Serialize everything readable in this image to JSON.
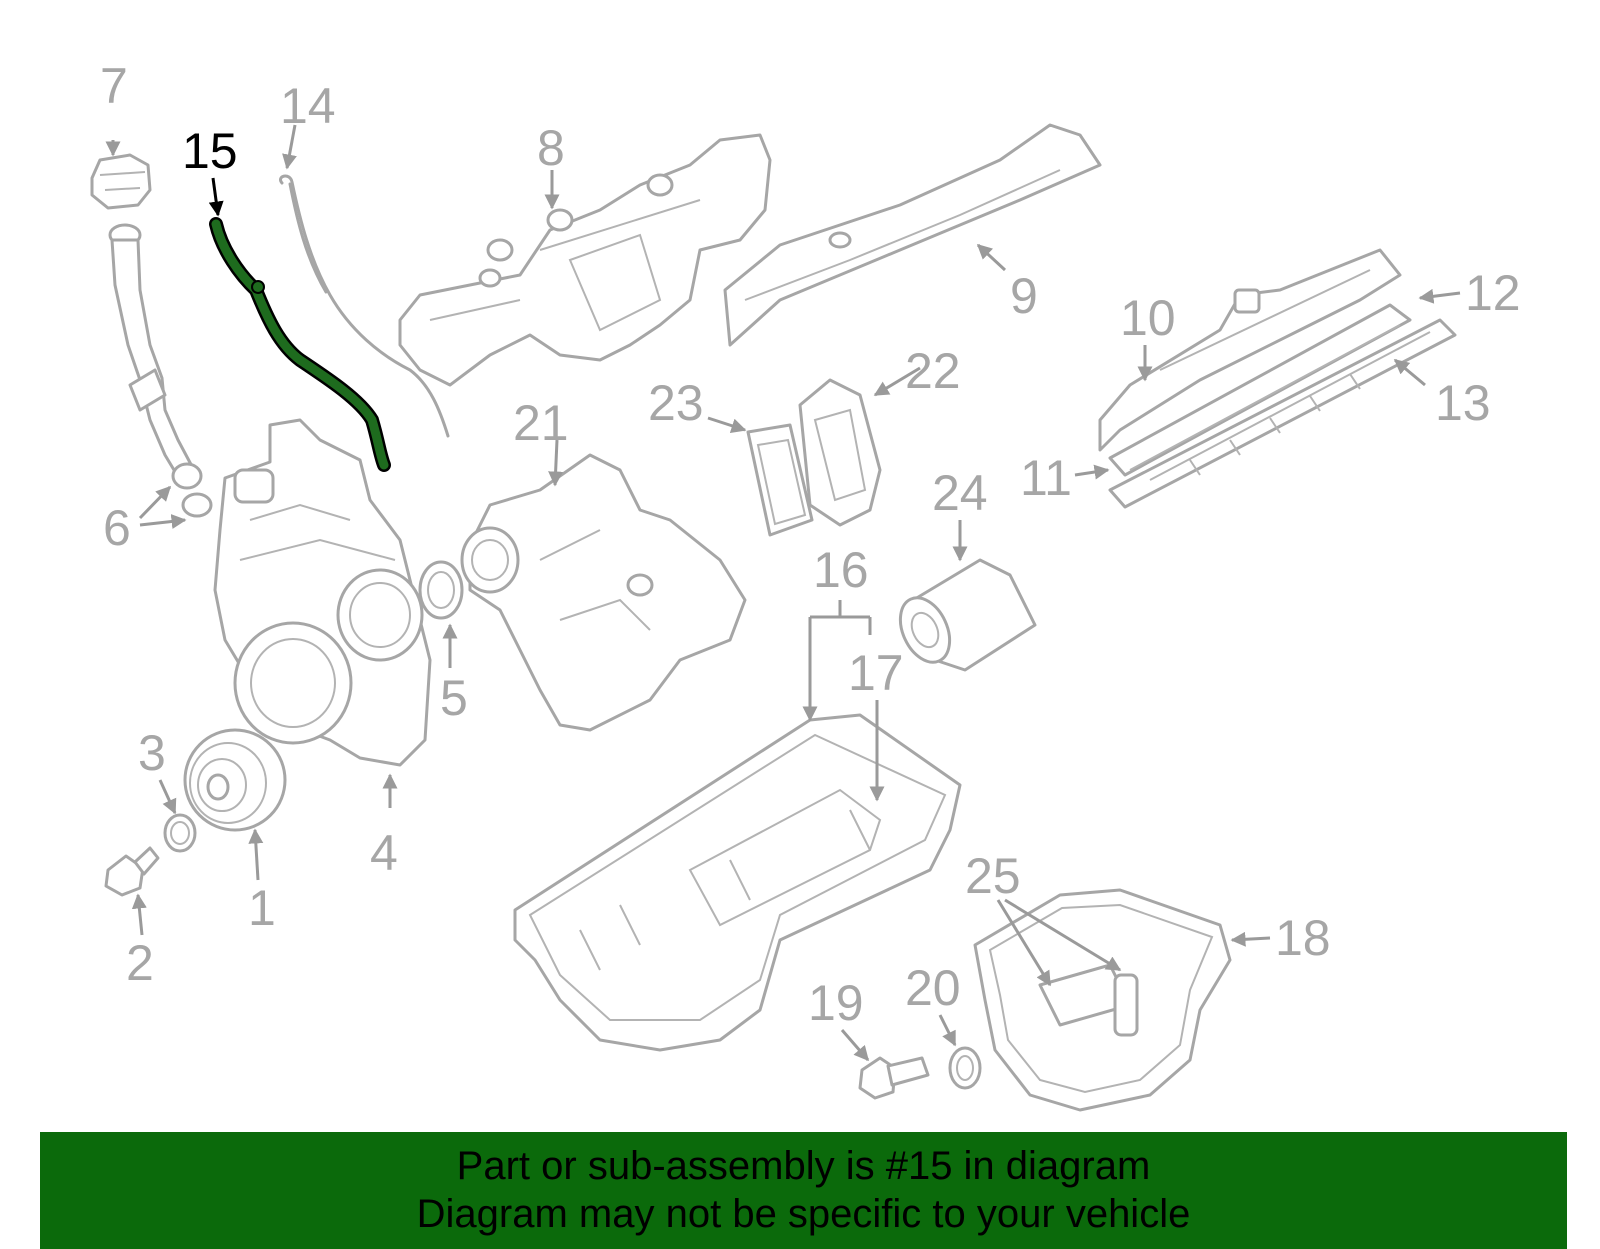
{
  "diagram": {
    "highlight_part": "15",
    "highlight_color": "#1e6b1e",
    "label_color": "#a6a6a6",
    "callouts": [
      "1",
      "2",
      "3",
      "4",
      "5",
      "6",
      "7",
      "8",
      "9",
      "10",
      "11",
      "12",
      "13",
      "14",
      "15",
      "16",
      "17",
      "18",
      "19",
      "20",
      "21",
      "22",
      "23",
      "24",
      "25"
    ]
  },
  "banner": {
    "background": "#0b6a0b",
    "line1": "Part or sub-assembly is #15 in diagram",
    "line2": "Diagram may not be specific to your vehicle"
  }
}
